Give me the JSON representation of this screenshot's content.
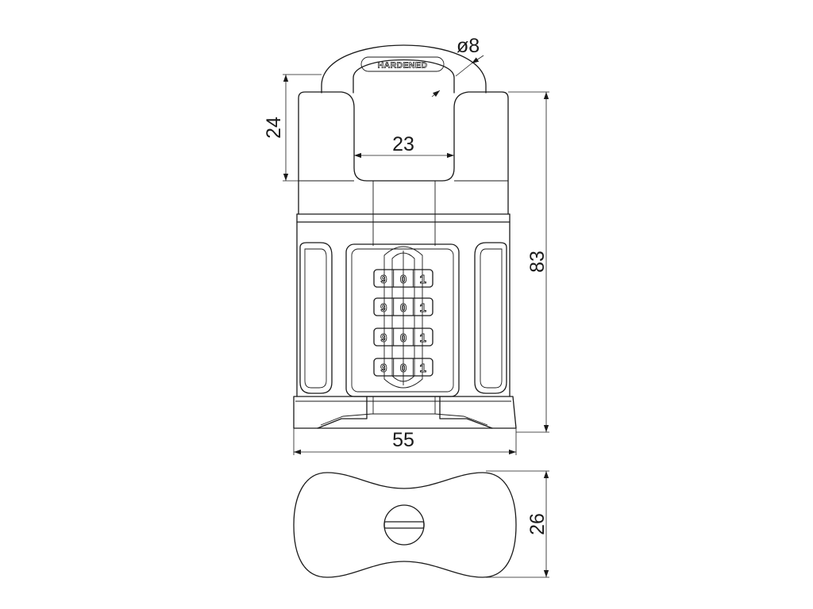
{
  "dimensions": {
    "shackle_diameter": "ø8",
    "shackle_clearance_height": "24",
    "shackle_inner_width": "23",
    "body_height": "83",
    "body_width": "55",
    "body_depth": "26"
  },
  "shackle_marking": "HARDENED",
  "combination_wheels": [
    [
      "9",
      "0",
      "1"
    ],
    [
      "9",
      "0",
      "1"
    ],
    [
      "9",
      "0",
      "1"
    ],
    [
      "9",
      "0",
      "1"
    ]
  ]
}
